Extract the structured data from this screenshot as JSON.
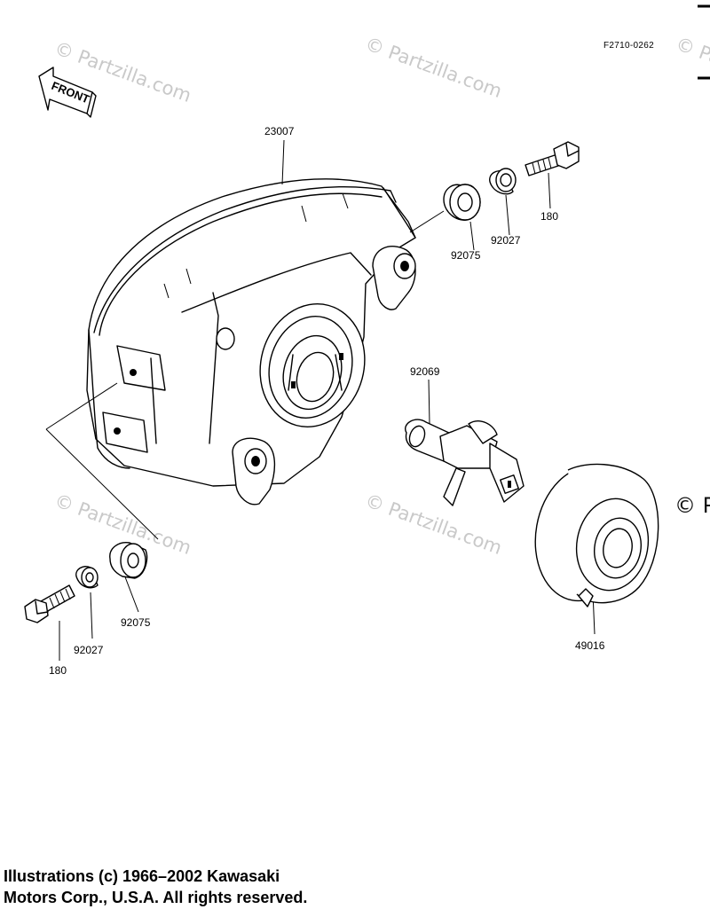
{
  "diagram": {
    "drawing_code": "F2710-0262",
    "front_label": "FRONT",
    "watermark_text": "© Partzilla.com",
    "watermark_edge_text": "© P",
    "callouts": {
      "headlight_unit": "23007",
      "grommet_upper": "92075",
      "collar_upper": "92027",
      "bolt_upper": "180",
      "bulb": "92069",
      "dust_cover": "49016",
      "grommet_lower": "92075",
      "collar_lower": "92027",
      "bolt_lower": "180"
    }
  },
  "footer": {
    "copyright_line1": "Illustrations (c) 1966–2002 Kawasaki",
    "copyright_line2": "Motors Corp., U.S.A.  All rights reserved."
  }
}
